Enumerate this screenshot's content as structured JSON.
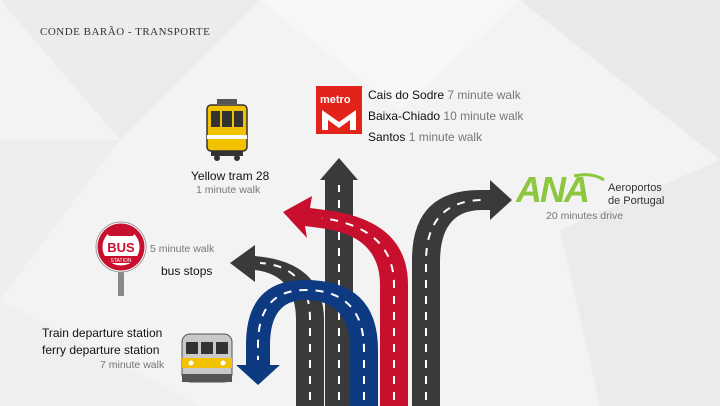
{
  "header": {
    "title": "CONDE BARÃO - TRANSPORTE"
  },
  "metro": {
    "logo_text": "metro",
    "stations": [
      {
        "name": "Cais do Sodre",
        "walk": "7 minute walk"
      },
      {
        "name": "Baixa-Chiado",
        "walk": "10 minute walk"
      },
      {
        "name": "Santos",
        "walk": "1 minute walk"
      }
    ]
  },
  "tram": {
    "name": "Yellow tram 28",
    "walk": "1 minute walk"
  },
  "airport": {
    "logo_text": "ANA",
    "name_line1": "Aeroportos",
    "name_line2": "de Portugal",
    "drive": "20 minutes drive"
  },
  "bus": {
    "sign_text": "BUS",
    "sign_sub": "STATION",
    "walk": "5 minute walk",
    "label": "bus stops"
  },
  "train": {
    "line1": "Train departure station",
    "line2": "ferry departure station",
    "walk": "7 minute walk"
  },
  "colors": {
    "road": "#3a3a3a",
    "red": "#c8102e",
    "blue": "#0d3a80",
    "metro_red": "#e2231a",
    "ana_green": "#8dc63f"
  }
}
